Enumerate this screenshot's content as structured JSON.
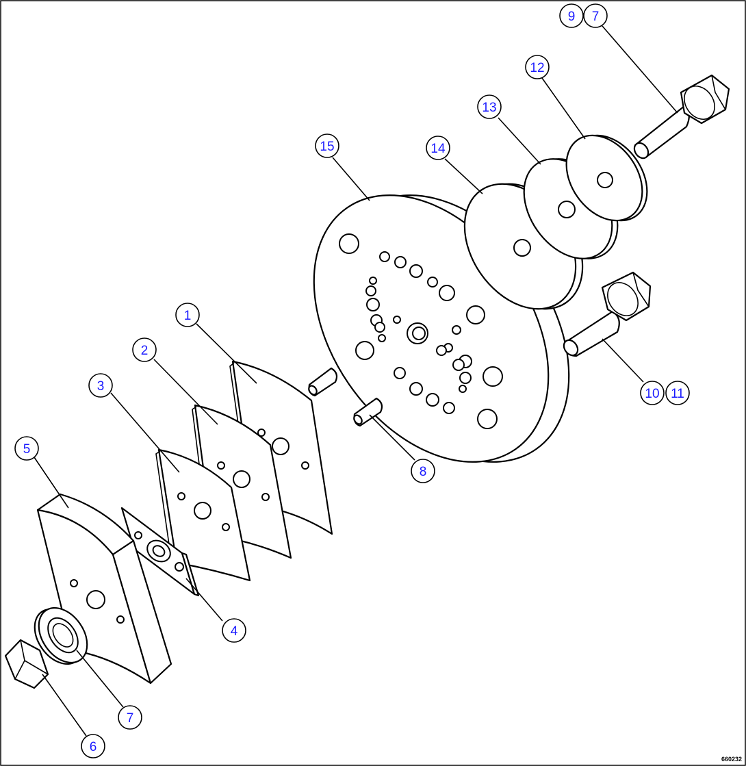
{
  "callouts": {
    "c1": "1",
    "c2": "2",
    "c3": "3",
    "c4": "4",
    "c5": "5",
    "c6": "6",
    "c7a": "7",
    "c7b": "7",
    "c8": "8",
    "c9": "9",
    "c10": "10",
    "c11": "11",
    "c12": "12",
    "c13": "13",
    "c14": "14",
    "c15": "15"
  },
  "drawing_id": "660232",
  "colors": {
    "callout_text": "#1a1aff",
    "line": "#000000",
    "background": "#ffffff"
  }
}
